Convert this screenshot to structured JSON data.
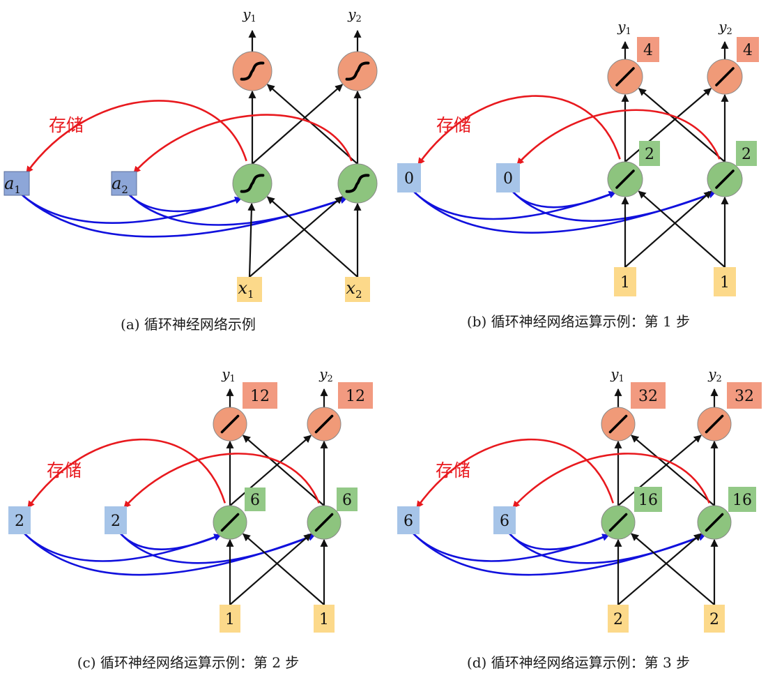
{
  "colors": {
    "memory_box_a": "#8da6d8",
    "memory_box": "#a6c4e8",
    "input_box": "#fcd98a",
    "output_box": "#f29a80",
    "hidden_box": "#93c987",
    "hidden_node": "#8dc47e",
    "output_node": "#f09a78",
    "store_arrow": "#e8191e",
    "recurrent_arrow": "#1111dd",
    "ff_arrow": "#111111"
  },
  "store_label": "存储",
  "output_label_base": "y",
  "panels": [
    {
      "id": "a",
      "caption": "(a) 循环神经网络示例",
      "activation": "sigmoid-icon",
      "memory": [
        {
          "base": "a",
          "sub": "1"
        },
        {
          "base": "a",
          "sub": "2"
        }
      ],
      "inputs": [
        {
          "base": "x",
          "sub": "1"
        },
        {
          "base": "x",
          "sub": "2"
        }
      ],
      "outputs": [
        {
          "sub": "1"
        },
        {
          "sub": "2"
        }
      ],
      "hidden_values": [],
      "output_values": []
    },
    {
      "id": "b",
      "caption": "(b) 循环神经网络运算示例：第 1 步",
      "activation": "linear-icon",
      "memory": [
        {
          "value": "0"
        },
        {
          "value": "0"
        }
      ],
      "inputs": [
        {
          "value": "1"
        },
        {
          "value": "1"
        }
      ],
      "outputs": [
        {
          "sub": "1"
        },
        {
          "sub": "2"
        }
      ],
      "hidden_values": [
        "2",
        "2"
      ],
      "output_values": [
        "4",
        "4"
      ]
    },
    {
      "id": "c",
      "caption": "(c) 循环神经网络运算示例：第 2 步",
      "activation": "linear-icon",
      "memory": [
        {
          "value": "2"
        },
        {
          "value": "2"
        }
      ],
      "inputs": [
        {
          "value": "1"
        },
        {
          "value": "1"
        }
      ],
      "outputs": [
        {
          "sub": "1"
        },
        {
          "sub": "2"
        }
      ],
      "hidden_values": [
        "6",
        "6"
      ],
      "output_values": [
        "12",
        "12"
      ]
    },
    {
      "id": "d",
      "caption": "(d) 循环神经网络运算示例：第 3 步",
      "activation": "linear-icon",
      "memory": [
        {
          "value": "6"
        },
        {
          "value": "6"
        }
      ],
      "inputs": [
        {
          "value": "2"
        },
        {
          "value": "2"
        }
      ],
      "outputs": [
        {
          "sub": "1"
        },
        {
          "sub": "2"
        }
      ],
      "hidden_values": [
        "16",
        "16"
      ],
      "output_values": [
        "32",
        "32"
      ]
    }
  ]
}
